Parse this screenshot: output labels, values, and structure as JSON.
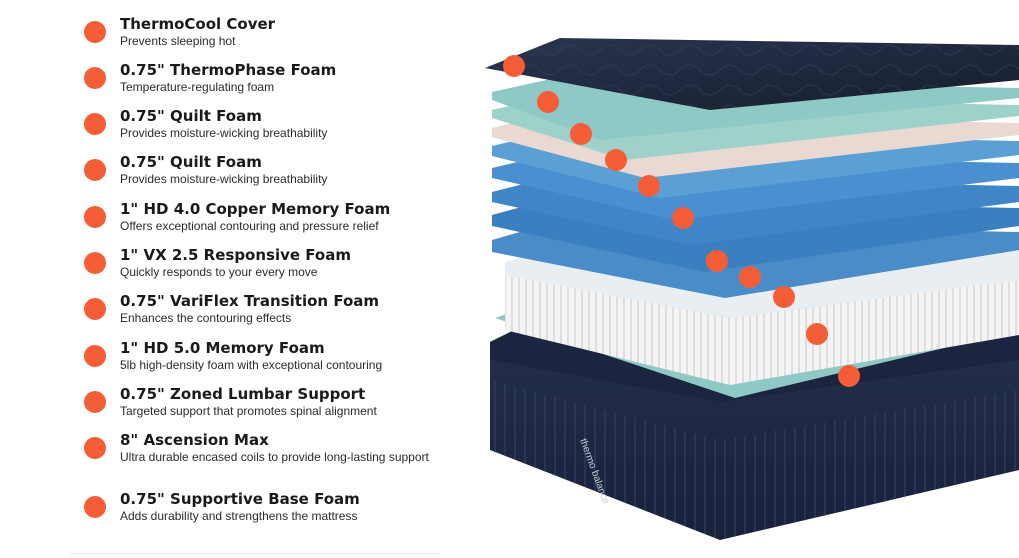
{
  "layers": [
    {
      "title": "ThermoCool Cover",
      "description": "Prevents sleeping hot"
    },
    {
      "title": "0.75\" ThermoPhase Foam",
      "description": "Temperature-regulating foam"
    },
    {
      "title": "0.75\" Quilt Foam",
      "description": "Provides moisture-wicking breathability"
    },
    {
      "title": "0.75\" Quilt Foam",
      "description": "Provides moisture-wicking breathability"
    },
    {
      "title": "1\" HD 4.0 Copper Memory Foam",
      "description": "Offers exceptional contouring and pressure relief"
    },
    {
      "title": "1\" VX 2.5 Responsive Foam",
      "description": "Quickly responds to your every move"
    },
    {
      "title": "0.75\" VariFlex Transition Foam",
      "description": "Enhances the contouring effects"
    },
    {
      "title": "1\" HD 5.0 Memory Foam",
      "description": "5lb high-density foam with exceptional contouring"
    },
    {
      "title": "0.75\" Zoned Lumbar Support",
      "description": "Targeted support that promotes spinal alignment"
    },
    {
      "title": "8\" Ascension Max",
      "description": "Ultra durable encased coils to provide long-lasting support"
    },
    {
      "title": "0.75\" Supportive Base Foam",
      "description": "Adds durability and strengthens the mattress"
    }
  ],
  "mattress_brand": "thermo balance",
  "colors": {
    "accent": "#f45d36",
    "cover": "#1e2638",
    "base": "#1f2a44",
    "layer_teal": "#8ec9c6",
    "layer_pink": "#ead9d3",
    "layer_blue": "#3a7fc0",
    "coils": "#f2f2f2"
  }
}
